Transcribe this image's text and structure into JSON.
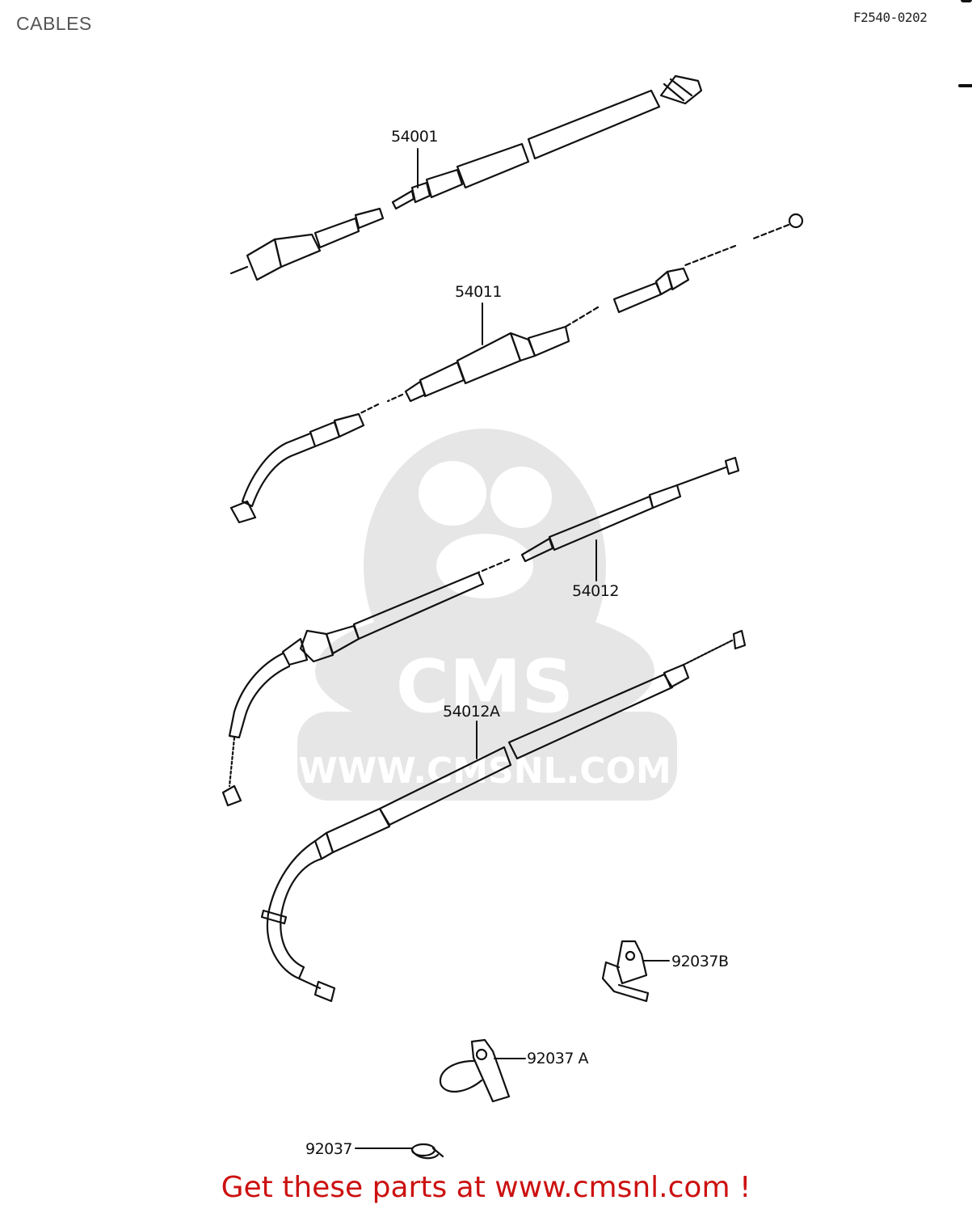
{
  "header": {
    "title": "CABLES",
    "diagram_code": "F2540-0202"
  },
  "watermark": {
    "text": "WWW.CMSNL.COM",
    "logo_text": "CMS"
  },
  "parts": [
    {
      "id": "cable-54001",
      "label": "54001"
    },
    {
      "id": "cable-54011",
      "label": "54011"
    },
    {
      "id": "cable-54012",
      "label": "54012"
    },
    {
      "id": "cable-54012a",
      "label": "54012A"
    },
    {
      "id": "clamp-92037b",
      "label": "92037B"
    },
    {
      "id": "clamp-92037a",
      "label": "92037 A"
    },
    {
      "id": "clamp-92037",
      "label": "92037"
    }
  ],
  "footer": {
    "cta": "Get these parts at www.cmsnl.com !"
  },
  "colors": {
    "line": "#111111",
    "title": "#555555",
    "cta": "#cc1111",
    "watermark": "#e4e4e4"
  }
}
